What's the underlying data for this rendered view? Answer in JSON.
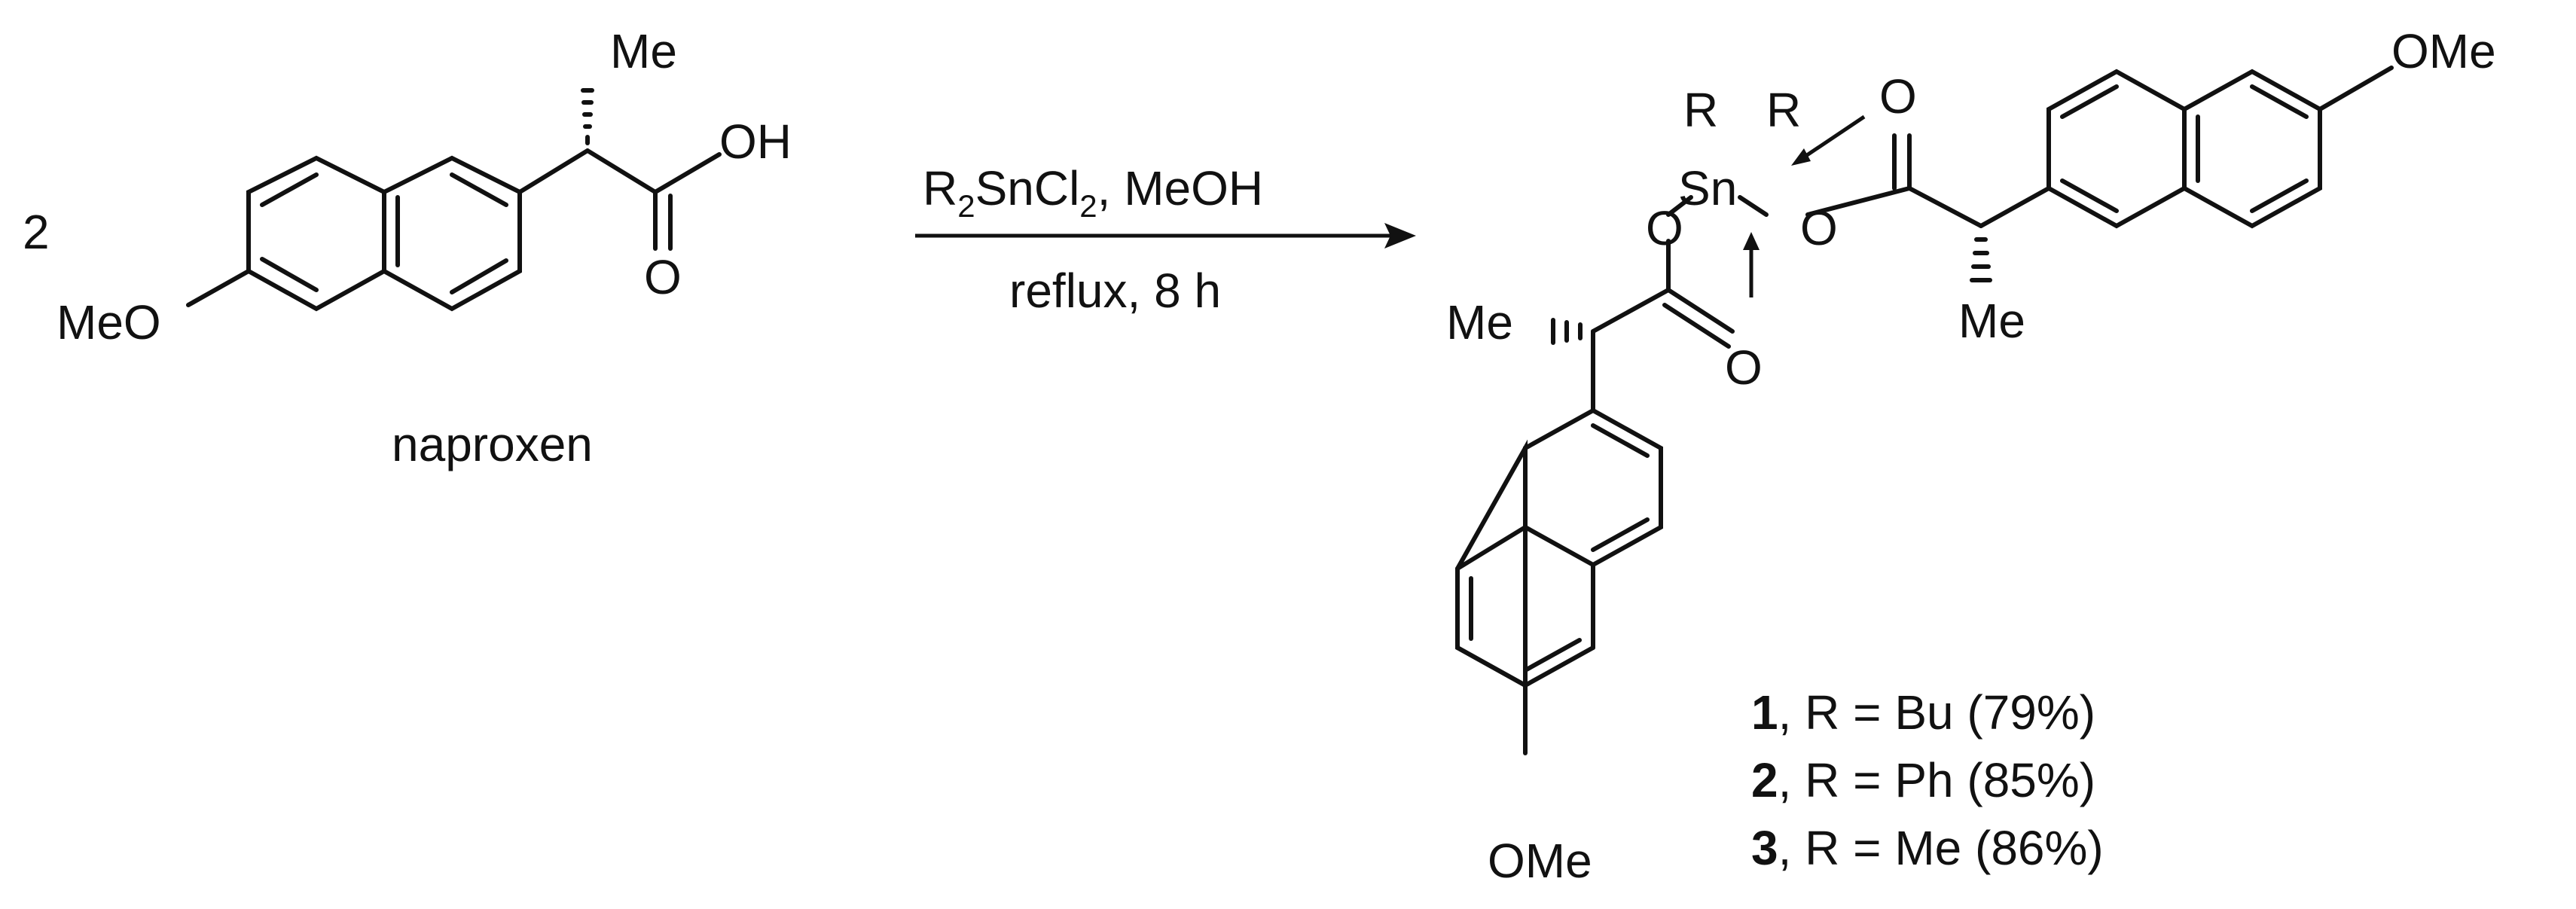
{
  "scheme": {
    "stoich": "2",
    "reactant": {
      "name": "naproxen",
      "me": "Me",
      "oh": "OH",
      "o": "O",
      "meo": "MeO"
    },
    "conditions": {
      "reagent_r": "R",
      "reagent_r_sub": "2",
      "reagent_sncl": "SnCl",
      "reagent_cl_sub": "2",
      "reagent_rest": ", MeOH",
      "line2": "reflux, 8 h"
    },
    "product": {
      "r1": "R",
      "r2": "R",
      "sn": "Sn",
      "o_left": "O",
      "o_right": "O",
      "o_carbonyl_top": "O",
      "o_carbonyl_bottom": "O",
      "me_left": "Me",
      "me_right": "Me",
      "ome_top": "OMe",
      "ome_bottom": "OMe"
    },
    "results": [
      {
        "num": "1",
        "text": ", R = Bu (79%)"
      },
      {
        "num": "2",
        "text": ", R = Ph (85%)"
      },
      {
        "num": "3",
        "text": ", R = Me (86%)"
      }
    ]
  }
}
